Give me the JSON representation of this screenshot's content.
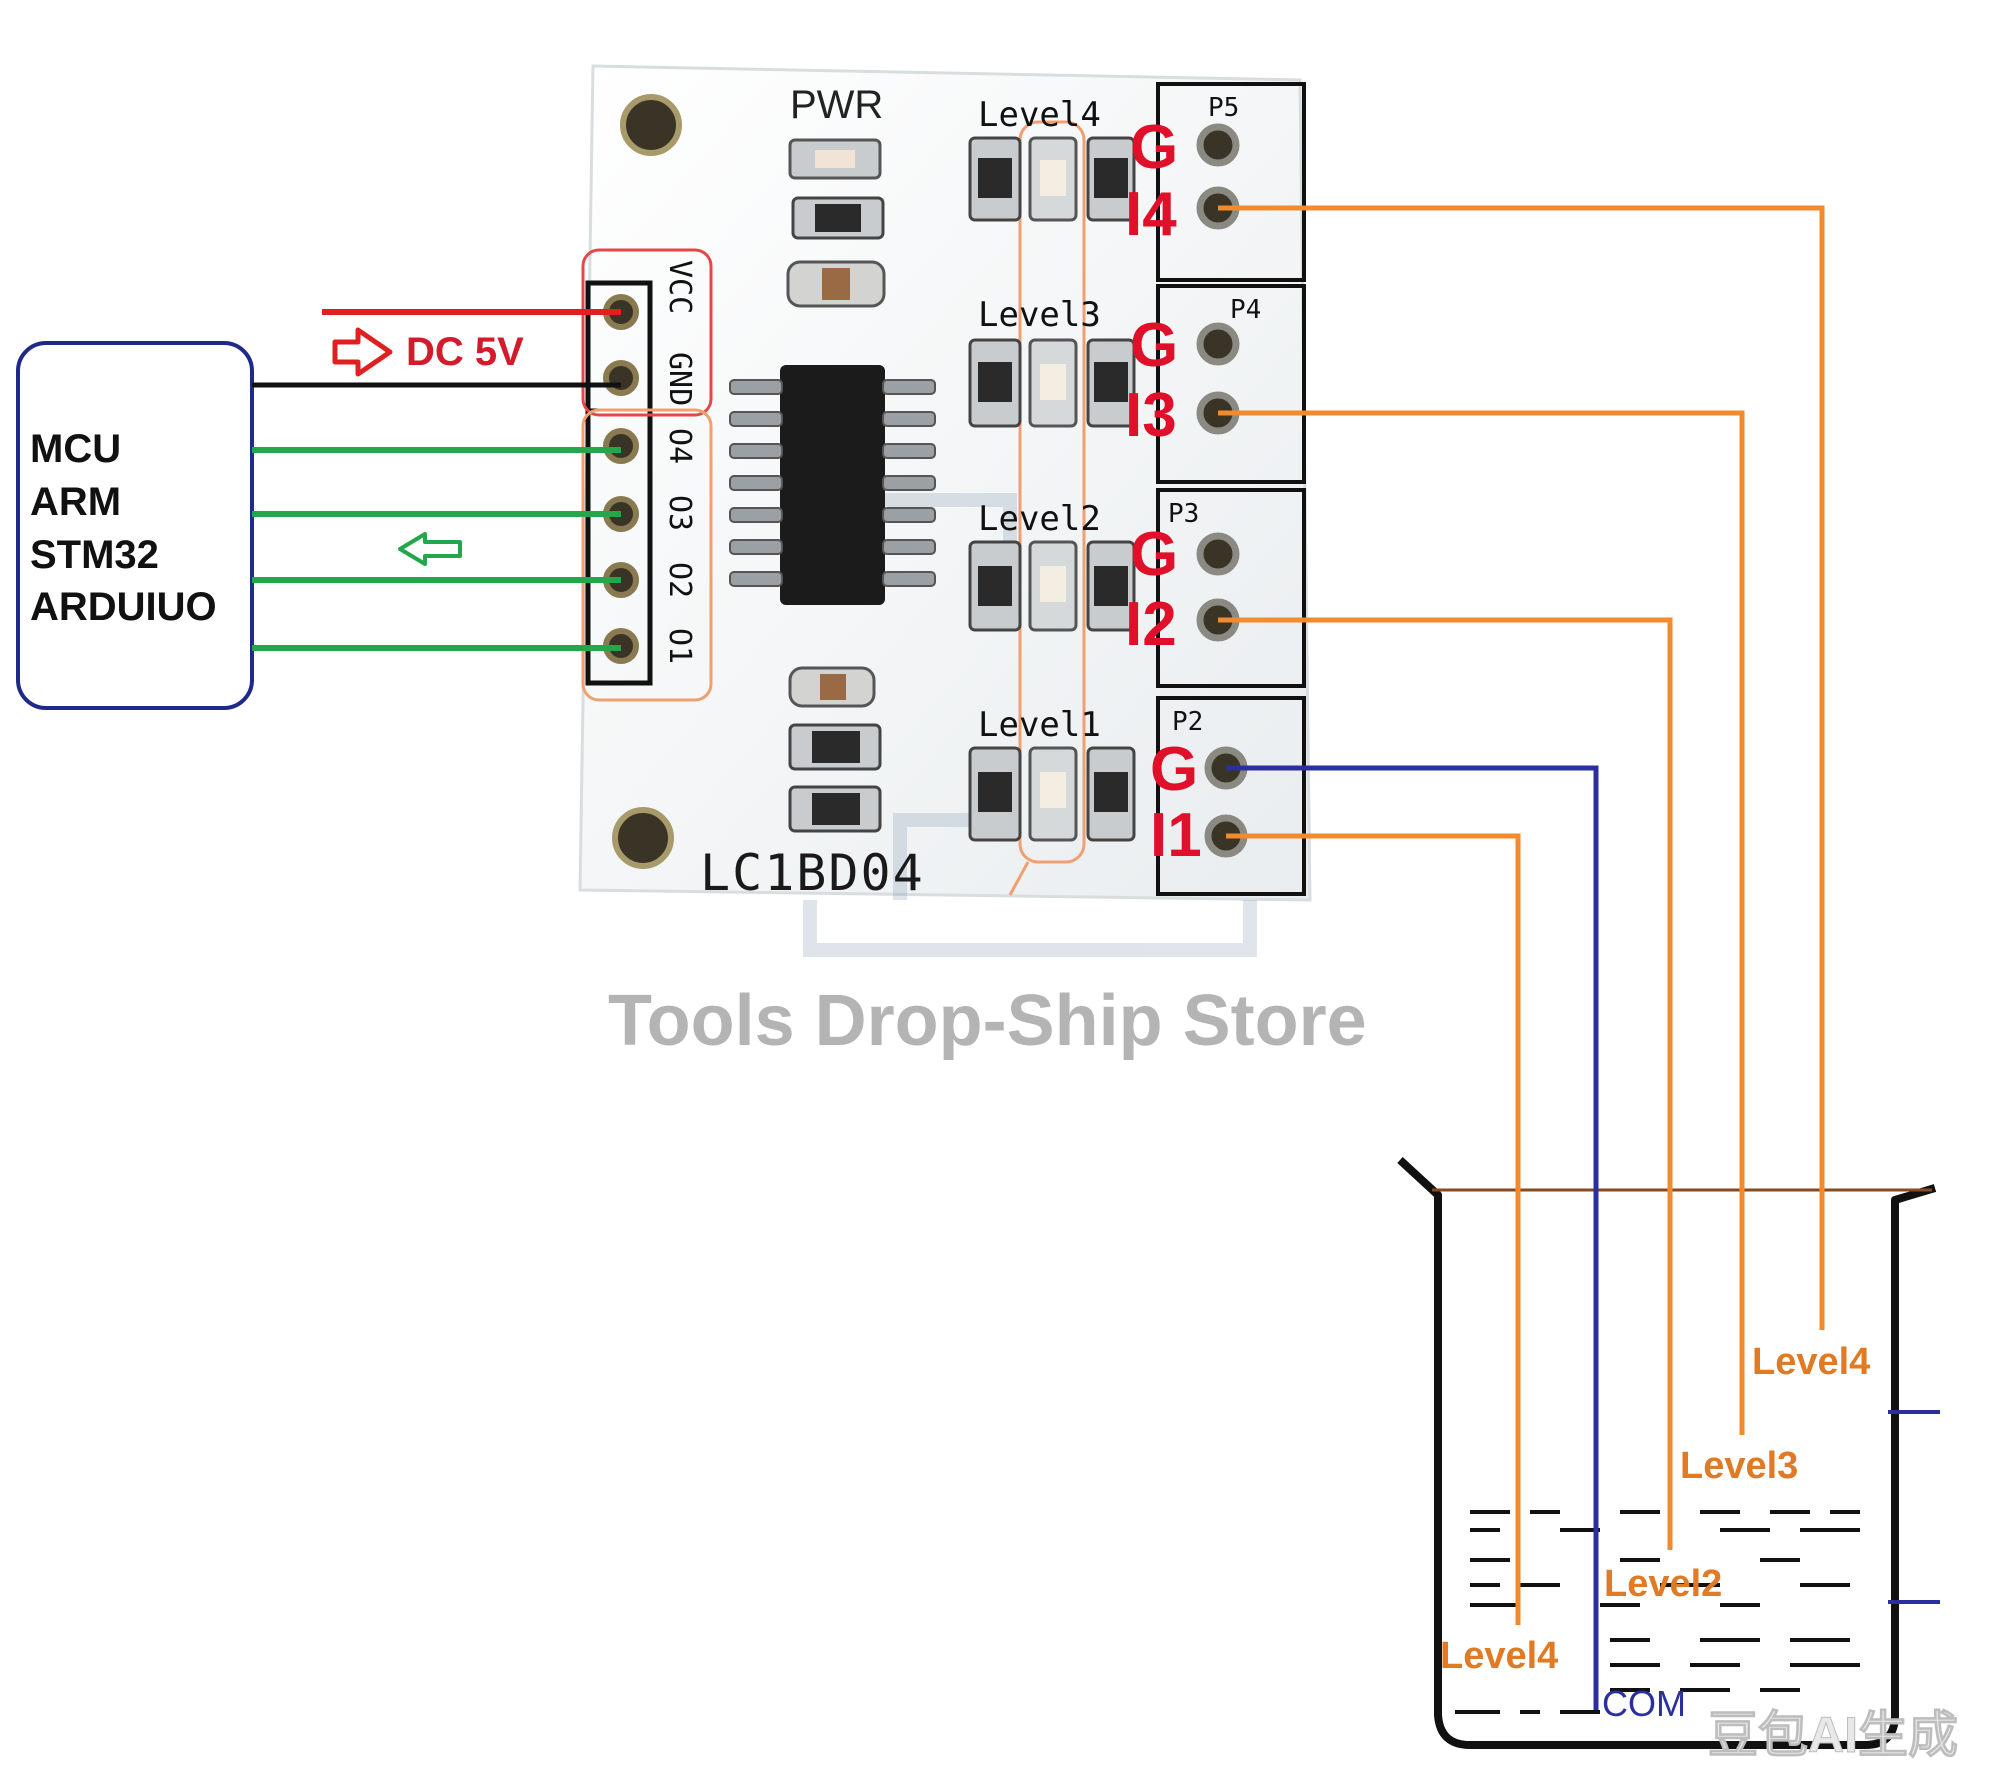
{
  "mcu": {
    "lines": [
      "MCU",
      "ARM",
      "STM32",
      "ARDUIUO"
    ]
  },
  "power": {
    "label": "DC 5V"
  },
  "board": {
    "pwr_label": "PWR",
    "model": "LC1BD04",
    "header_pins": [
      "VCC",
      "GND",
      "O4",
      "O3",
      "O2",
      "O1"
    ],
    "channels": [
      {
        "level": "Level4",
        "port": "P5",
        "g": "G",
        "input": "I4"
      },
      {
        "level": "Level3",
        "port": "P4",
        "g": "G",
        "input": "I3"
      },
      {
        "level": "Level2",
        "port": "P3",
        "g": "G",
        "input": "I2"
      },
      {
        "level": "Level1",
        "port": "P2",
        "g": "G",
        "input": "I1"
      }
    ]
  },
  "watermark": "Tools Drop-Ship Store",
  "beaker": {
    "probe_labels": [
      "Level4",
      "Level3",
      "Level2",
      "Level4"
    ],
    "com_label": "COM"
  },
  "corner_watermark": "豆包AI生成",
  "colors": {
    "orange_wire": "#f28a2e",
    "blue_wire": "#2b2f9e",
    "green_wire": "#22a84a",
    "red_wire": "#e02020",
    "board": "#f4f6f7",
    "label_red": "#e0102a"
  }
}
